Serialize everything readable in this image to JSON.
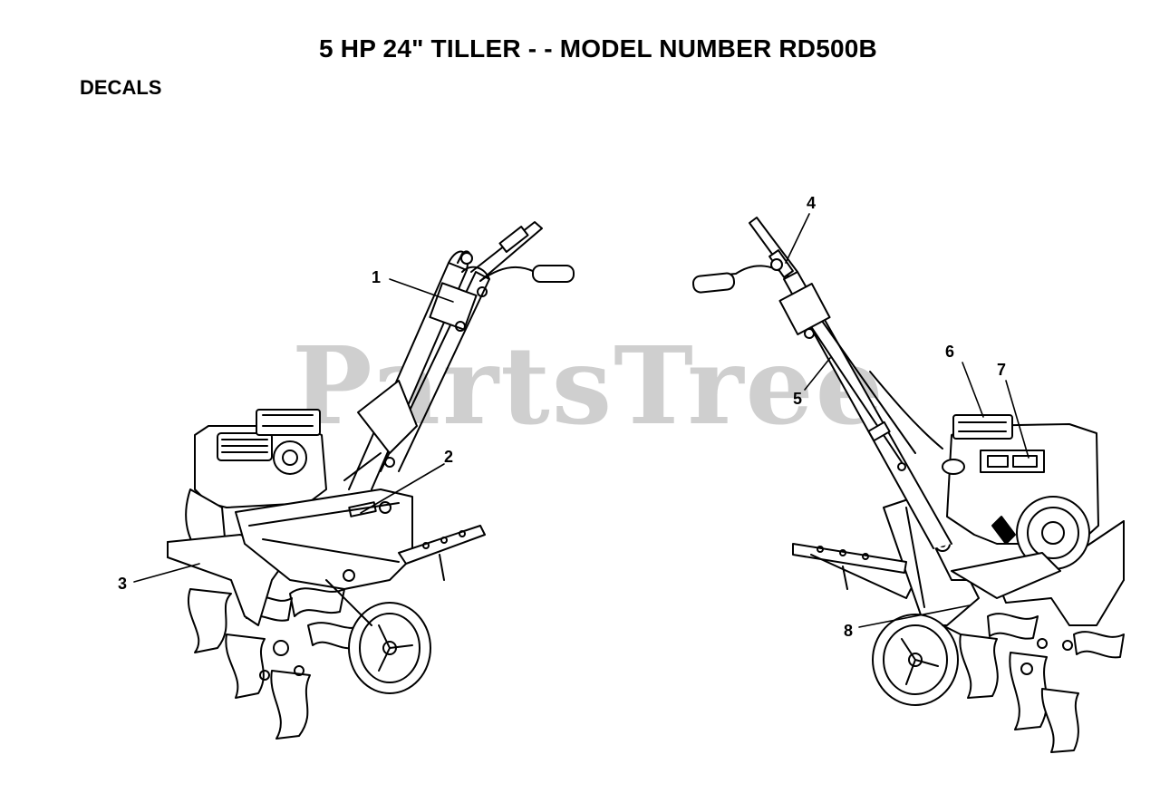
{
  "title": "5 HP 24\" TILLER - - MODEL NUMBER RD500B",
  "section": "DECALS",
  "watermark": "PartsTree",
  "callouts": [
    "1",
    "2",
    "3",
    "4",
    "5",
    "6",
    "7",
    "8"
  ]
}
